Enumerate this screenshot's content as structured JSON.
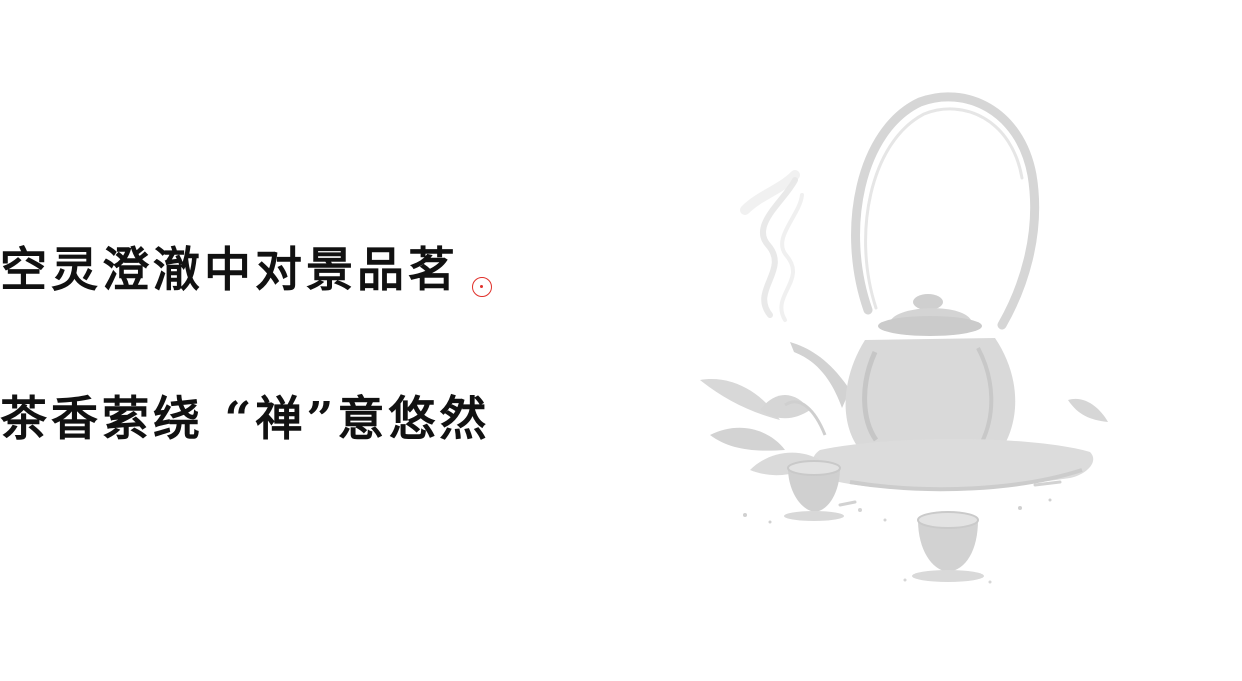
{
  "poem": {
    "line1": "空灵澄澈中对景品茗",
    "line2": "茶香萦绕 “禅”意悠然"
  },
  "illustration": {
    "icon": "teapot-with-teacups-ink-painting",
    "ink_color": "#d6d6d6",
    "ink_dark": "#c4c4c4"
  },
  "cursor": {
    "icon": "cursor-circle-icon",
    "color": "#e0302a"
  }
}
